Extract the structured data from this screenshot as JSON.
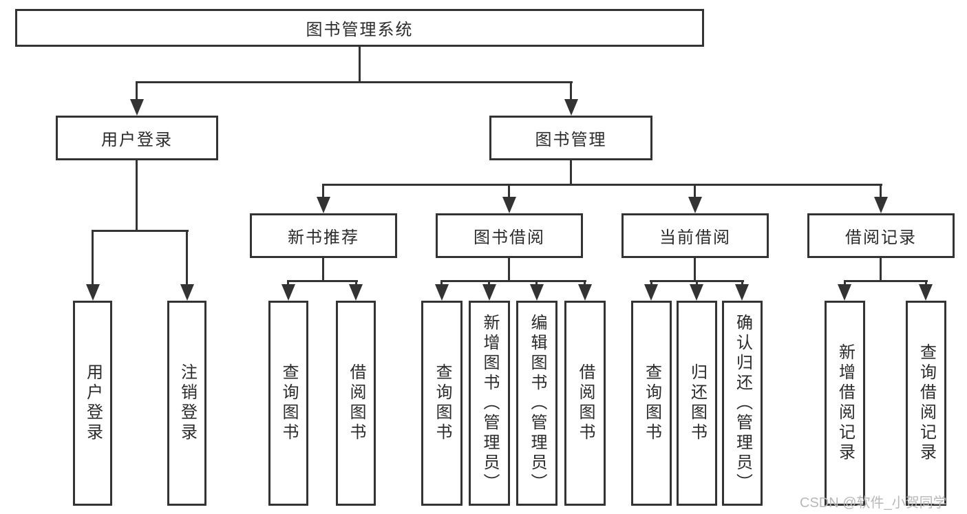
{
  "diagram_title": "图书管理系统",
  "colors": {
    "line": "#333333",
    "box_fill": "#ffffff",
    "text": "#2b2b2b",
    "watermark": "#b8b8b8"
  },
  "root": {
    "label": "图书管理系统"
  },
  "level2": [
    {
      "id": "user-login",
      "label": "用户登录"
    },
    {
      "id": "book-management",
      "label": "图书管理"
    }
  ],
  "level3": [
    {
      "id": "new-book-recommend",
      "label": "新书推荐"
    },
    {
      "id": "book-borrow",
      "label": "图书借阅"
    },
    {
      "id": "current-borrow",
      "label": "当前借阅"
    },
    {
      "id": "borrow-records",
      "label": "借阅记录"
    }
  ],
  "leaves": {
    "user_login": [
      "用户登录",
      "注销登录"
    ],
    "new_book_recommend": [
      "查询图书",
      "借阅图书"
    ],
    "book_borrow": [
      "查询图书",
      "新增图书（管理员）",
      "编辑图书（管理员）",
      "借阅图书"
    ],
    "current_borrow": [
      "查询图书",
      "归还图书",
      "确认归还（管理员）"
    ],
    "borrow_records": [
      "新增借阅记录",
      "查询借阅记录"
    ]
  },
  "watermark": "CSDN @软件_小贺同学"
}
